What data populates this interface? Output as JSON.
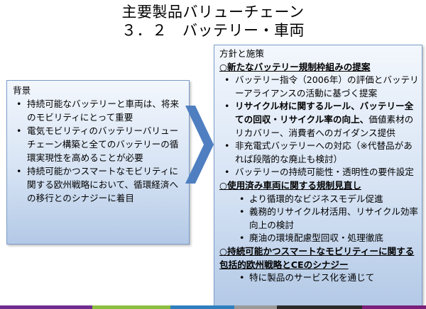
{
  "title_line1": "主要製品バリューチェーン",
  "title_line2": "３．２　バッテリー・車両",
  "left": {
    "heading": "背景",
    "bullets": [
      "持続可能なバッテリーと車両は、将来のモビリティにとって重要",
      "電気モビリティのバッテリーバリューチェーン構築と全てのバッテリーの循環実現性を高めることが必要",
      "持続可能かつスマートなモビリティに関する欧州戦略において、循環経済への移行とのシナジーに着目"
    ]
  },
  "right": {
    "heading": "方針と施策",
    "section1": {
      "title": "○新たなバッテリー規制枠組みの提案",
      "items": [
        "バッテリー指令（2006年）の評価とバッテリーアライアンスの活動に基づく提案",
        "リサイクル材に関するルール、バッテリー全ての回収・リサイクル率の向上、",
        "価値素材のリカバリー、消費者へのガイダンス提供",
        "非充電式バッテリーへの対応（※代替品があれば段階的な廃止も検討）",
        "バッテリーの持続可能性・透明性の要件設定"
      ]
    },
    "section2": {
      "title": "○使用済み車両に関する規制見直し",
      "items": [
        "より循環的なビジネスモデル促進",
        "義務的リサイクル材活用、リサイクル効率向上の検討",
        "廃油の環境配慮型回収・処理徹底"
      ]
    },
    "section3": {
      "title": "○持続可能かつスマートなモビリティーに関する包括的欧州戦略とCEのシナジー",
      "items": [
        "特に製品のサービス化を通じて"
      ]
    }
  },
  "colors": {
    "chevron": "#4f7fc0",
    "bar": [
      "#6f2c91",
      "#8bbf3f",
      "#2f7fbf",
      "#9a9a9a",
      "#2b2b2b",
      "#7a1f7a"
    ]
  }
}
